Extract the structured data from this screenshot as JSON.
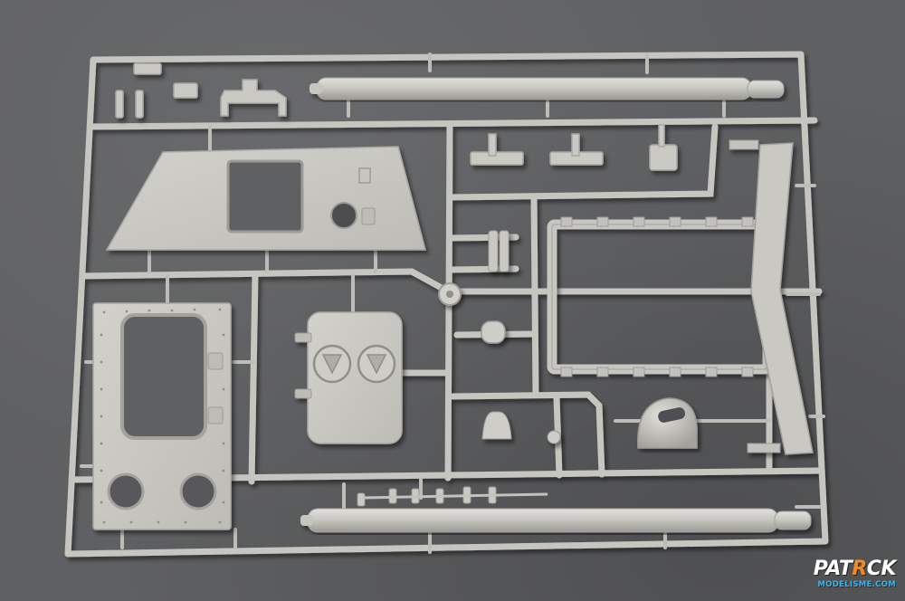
{
  "image": {
    "subject": "model-kit-sprue",
    "colors": {
      "background": "#5f6062",
      "plastic": "#c9c8c3",
      "plastic_shadow": "#9c9b96",
      "plastic_highlight": "#dedcd7"
    }
  },
  "watermark": {
    "brand_part1": "PAT",
    "brand_part2": "R",
    "brand_part3": "CK",
    "site": "MODELISME.COM",
    "colors": {
      "brand": "#ffffff",
      "accent": "#f08a24",
      "site": "#3fb1e6"
    }
  }
}
